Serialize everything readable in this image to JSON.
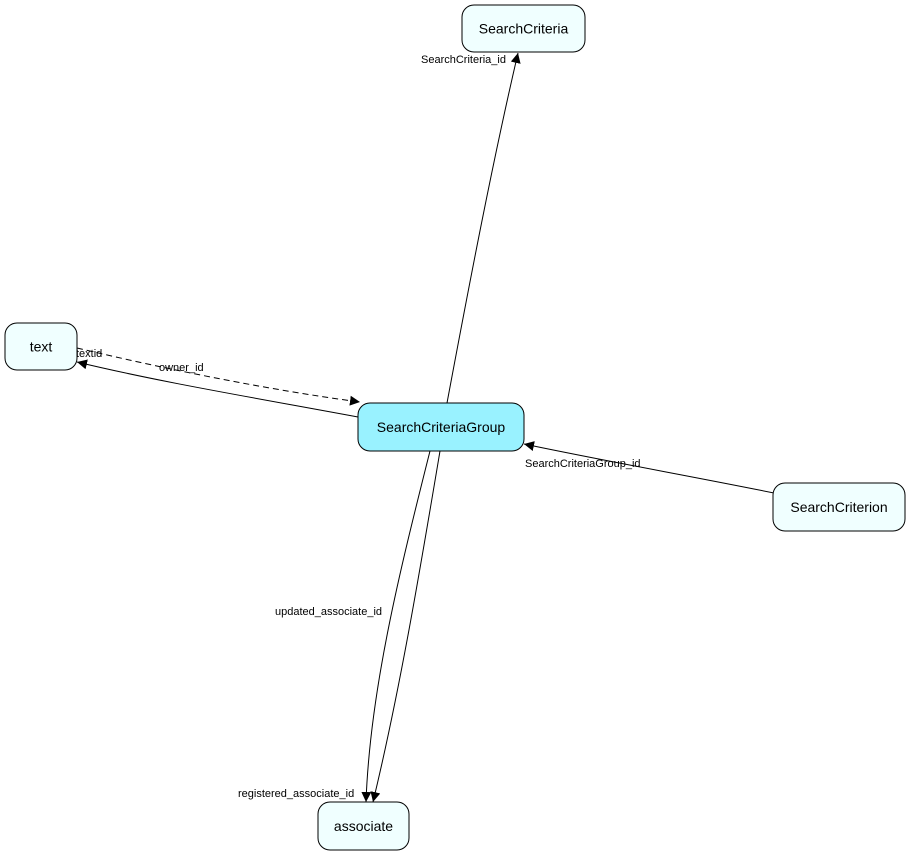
{
  "colors": {
    "central_fill": "#99f2ff",
    "node_fill": "#f0ffff",
    "stroke": "#000000"
  },
  "nodes": {
    "search_criteria": {
      "label": "SearchCriteria"
    },
    "text": {
      "label": "text"
    },
    "search_criteria_group": {
      "label": "SearchCriteriaGroup"
    },
    "search_criterion": {
      "label": "SearchCriterion"
    },
    "associate": {
      "label": "associate"
    }
  },
  "edges": {
    "search_criteria_id": {
      "label": "SearchCriteria_id"
    },
    "owner_id": {
      "label": "owner_id"
    },
    "textid": {
      "label": "textid"
    },
    "search_criteria_group_id": {
      "label": "SearchCriteriaGroup_id"
    },
    "updated_associate_id": {
      "label": "updated_associate_id"
    },
    "registered_associate_id": {
      "label": "registered_associate_id"
    }
  }
}
